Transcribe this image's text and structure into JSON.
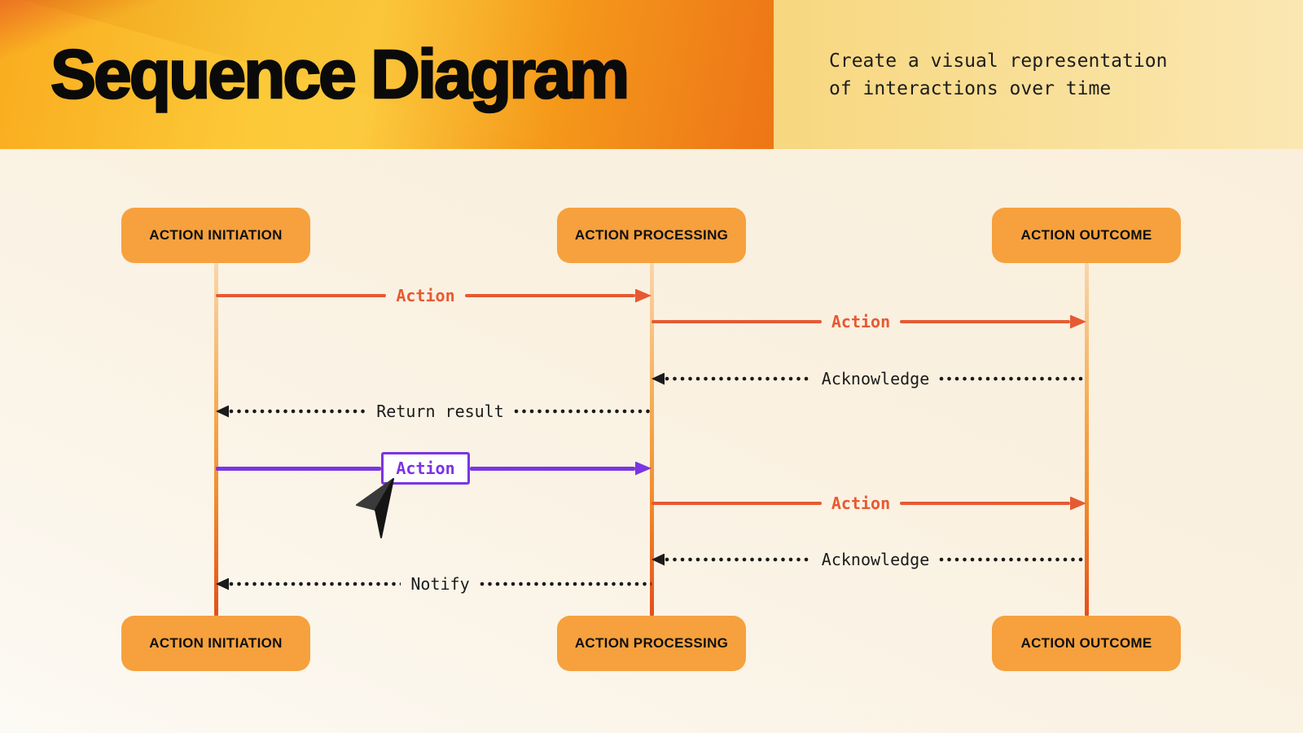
{
  "header": {
    "title": "Sequence Diagram",
    "subtitle_line1": "Create a visual representation",
    "subtitle_line2": "of interactions over time"
  },
  "actors": [
    {
      "id": "action-initiation",
      "label": "ACTION INITIATION"
    },
    {
      "id": "action-processing",
      "label": "ACTION PROCESSING"
    },
    {
      "id": "action-outcome",
      "label": "ACTION OUTCOME"
    }
  ],
  "messages": [
    {
      "label": "Action",
      "from": "action-initiation",
      "to": "action-processing",
      "line": "solid",
      "color": "#E65A33",
      "boxed": false
    },
    {
      "label": "Action",
      "from": "action-processing",
      "to": "action-outcome",
      "line": "solid",
      "color": "#E65A33",
      "boxed": false
    },
    {
      "label": "Acknowledge",
      "from": "action-outcome",
      "to": "action-processing",
      "line": "dotted",
      "color": "#1B1B1B",
      "boxed": false
    },
    {
      "label": "Return result",
      "from": "action-processing",
      "to": "action-initiation",
      "line": "dotted",
      "color": "#1B1B1B",
      "boxed": false
    },
    {
      "label": "Action",
      "from": "action-initiation",
      "to": "action-processing",
      "line": "solid",
      "color": "#7B35E2",
      "boxed": true
    },
    {
      "label": "Action",
      "from": "action-processing",
      "to": "action-outcome",
      "line": "solid",
      "color": "#E65A33",
      "boxed": false
    },
    {
      "label": "Acknowledge",
      "from": "action-outcome",
      "to": "action-processing",
      "line": "dotted",
      "color": "#1B1B1B",
      "boxed": false
    },
    {
      "label": "Notify",
      "from": "action-processing",
      "to": "action-initiation",
      "line": "dotted",
      "color": "#1B1B1B",
      "boxed": false
    }
  ],
  "cursor": {
    "icon": "cursor-pointer",
    "color": "#1F1F1F"
  },
  "colors": {
    "actor_box": "#F6A13D",
    "actor_text": "#101010",
    "message_solid": "#E65A33",
    "message_selected": "#7B35E2",
    "message_return": "#1B1B1B",
    "lifeline_top": "#F9D6AC",
    "lifeline_bottom": "#E54E1B",
    "header_gradient_left": "#FCC938",
    "header_gradient_right": "#ED7114",
    "header_panel": "#F8DC90",
    "canvas_background": "#FAF0DF"
  }
}
